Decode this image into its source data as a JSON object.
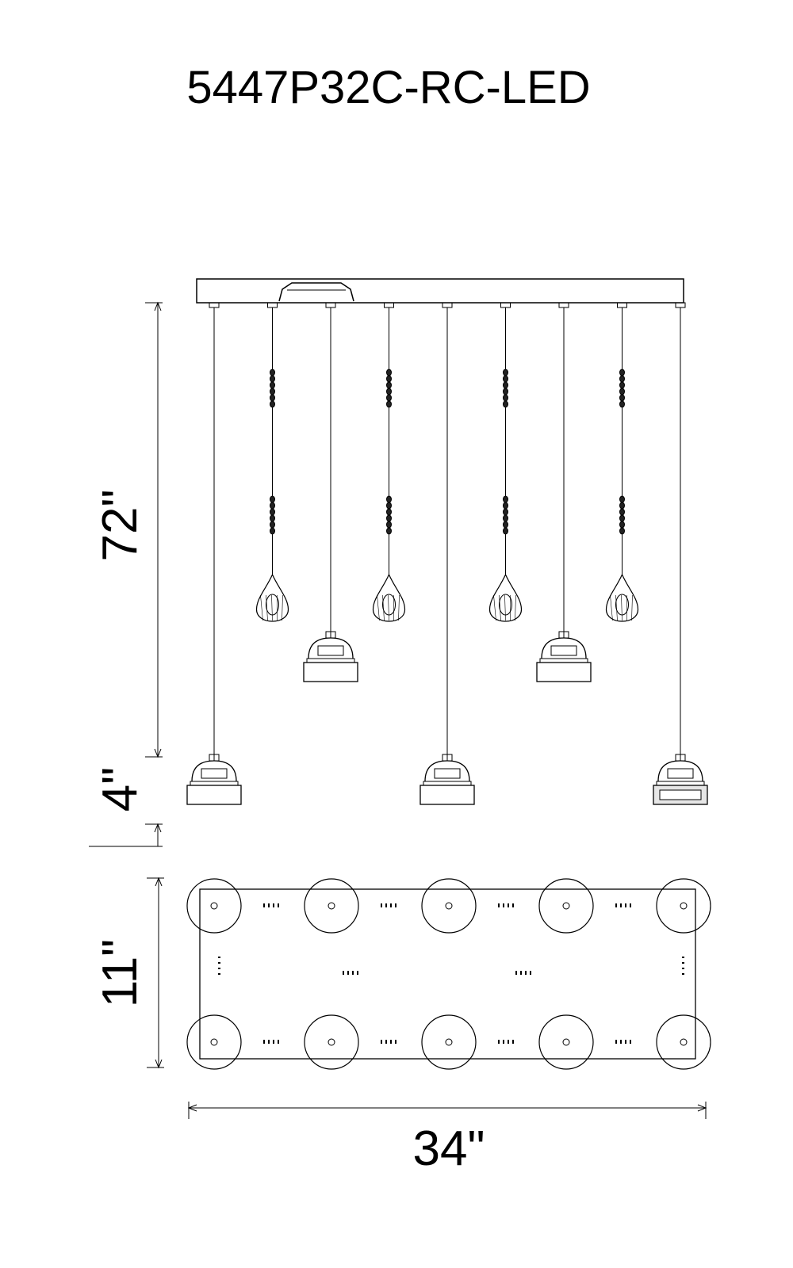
{
  "title": "5447P32C-RC-LED",
  "dimensions": {
    "drop_height": "72\"",
    "shade_height": "4\"",
    "canopy_depth": "11\"",
    "canopy_width": "34\""
  },
  "pendants": [
    {
      "type": "shade",
      "drop": "long"
    },
    {
      "type": "crystal",
      "drop": "medium"
    },
    {
      "type": "shade",
      "drop": "short"
    },
    {
      "type": "crystal",
      "drop": "medium"
    },
    {
      "type": "shade",
      "drop": "long"
    },
    {
      "type": "crystal",
      "drop": "medium"
    },
    {
      "type": "shade",
      "drop": "short"
    },
    {
      "type": "crystal",
      "drop": "medium"
    },
    {
      "type": "shade-detail",
      "drop": "long"
    }
  ],
  "colors": {
    "line": "#000000",
    "background": "#ffffff"
  }
}
